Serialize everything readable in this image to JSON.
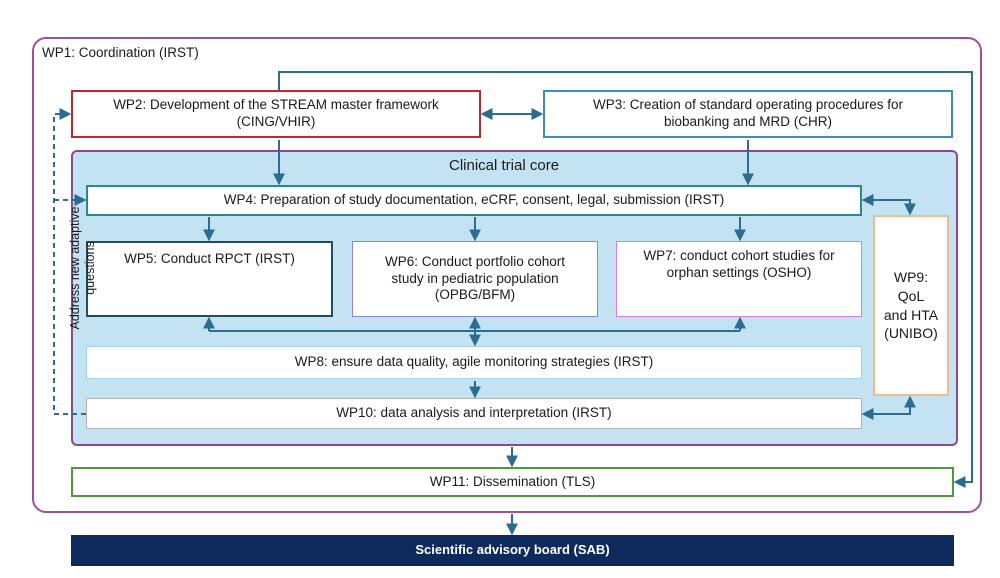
{
  "wp1": "WP1: Coordination (IRST)",
  "wp2": "WP2: Development of the STREAM master framework\n(CING/VHIR)",
  "wp3": "WP3: Creation of standard operating procedures for\nbiobanking and MRD (CHR)",
  "core_title": "Clinical trial core",
  "wp4": "WP4: Preparation of study documentation, eCRF, consent, legal, submission (IRST)",
  "wp5": "WP5: Conduct RPCT (IRST)",
  "wp6": "WP6: Conduct portfolio cohort\nstudy in pediatric population\n(OPBG/BFM)",
  "wp7": "WP7: conduct cohort studies for\norphan settings (OSHO)",
  "wp8": "WP8: ensure data quality, agile monitoring strategies (IRST)",
  "wp9": "WP9:\nQoL\nand HTA\n(UNIBO)",
  "wp10": "WP10: data analysis and interpretation (IRST)",
  "wp11": "WP11: Dissemination (TLS)",
  "sab": "Scientific advisory board (SAB)",
  "side_label": "Address new adaptive\nquestions",
  "colors": {
    "outer": "#a0509a",
    "core_fill": "#c3e3f2",
    "wp2_border": "#c0282e",
    "wp3_border": "#3a8fb7",
    "wp4_border": "#2a8a86",
    "wp5_border": "#1f4e5e",
    "wp6_border": "#8a86e0",
    "wp7_border": "#e07ae0",
    "wp8_border": "#9fd4ea",
    "wp9_border": "#f2b98a",
    "wp10_border": "#b0b0b0",
    "wp11_border": "#4f9a3a",
    "sab_fill": "#0e2a5c",
    "arrow": "#2a6d91"
  }
}
